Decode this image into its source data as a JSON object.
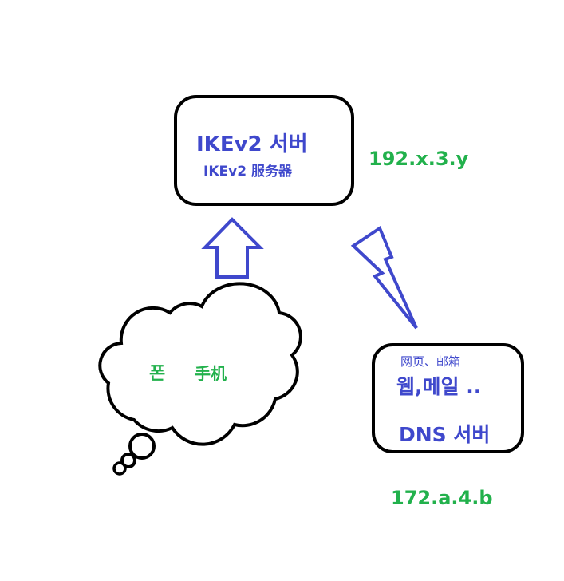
{
  "server_box": {
    "title": "IKEv2 서버",
    "subtitle": "IKEv2 服务器"
  },
  "server_ip": "192.x.3.y",
  "phone_cloud": {
    "label_ko": "폰",
    "label_zh": "手机"
  },
  "dns_box": {
    "label_zh": "网页、邮箱",
    "label_ko": "웹,메일 ..",
    "title": "DNS 서버"
  },
  "dns_ip": "172.a.4.b",
  "colors": {
    "blue": "#3f48cc",
    "green": "#22b14c",
    "outline": "#000000"
  }
}
